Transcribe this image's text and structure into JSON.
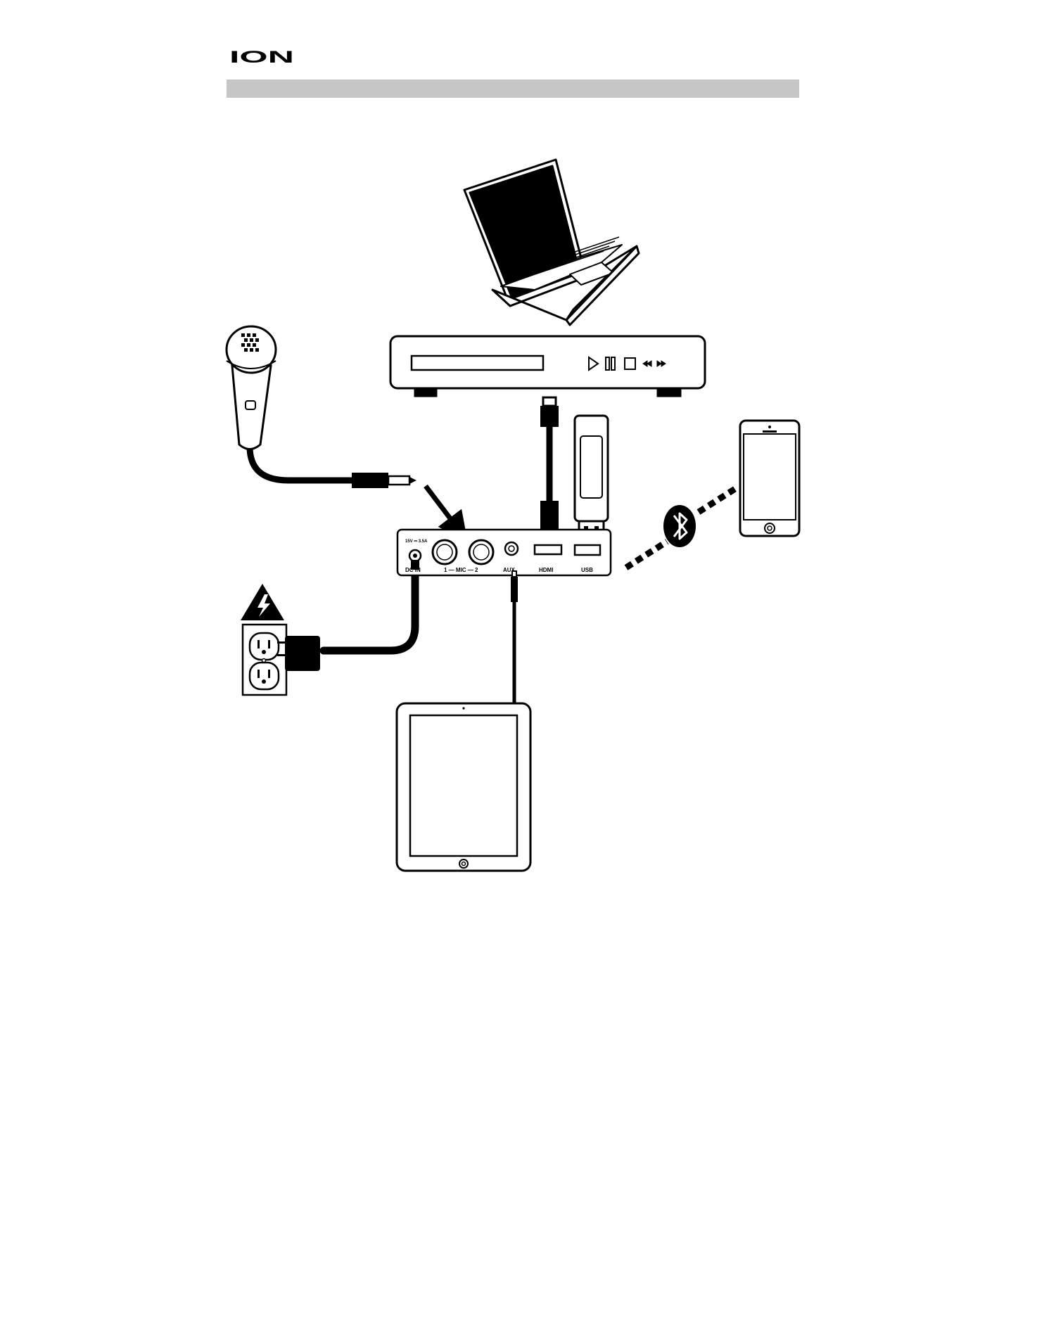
{
  "brand": {
    "logo_text": "ION"
  },
  "rear_panel": {
    "dc_rating": "15V ⎓ 3.5A",
    "dc_in_label": "DC IN",
    "mic_label": "1 — MIC — 2",
    "aux_label": "AUX",
    "hdmi_label": "HDMI",
    "usb_label": "USB"
  },
  "devices": {
    "laptop": "laptop-icon",
    "media_player": "media-player-icon",
    "microphone": "microphone-icon",
    "usb_drive": "usb-drive-icon",
    "smartphone": "smartphone-icon",
    "tablet": "tablet-icon",
    "power_outlet": "power-outlet-icon",
    "warning": "electrical-warning-icon",
    "bluetooth": "bluetooth-icon"
  },
  "colors": {
    "ink": "#000000",
    "header_bar": "#c6c6c6",
    "paper": "#ffffff"
  }
}
